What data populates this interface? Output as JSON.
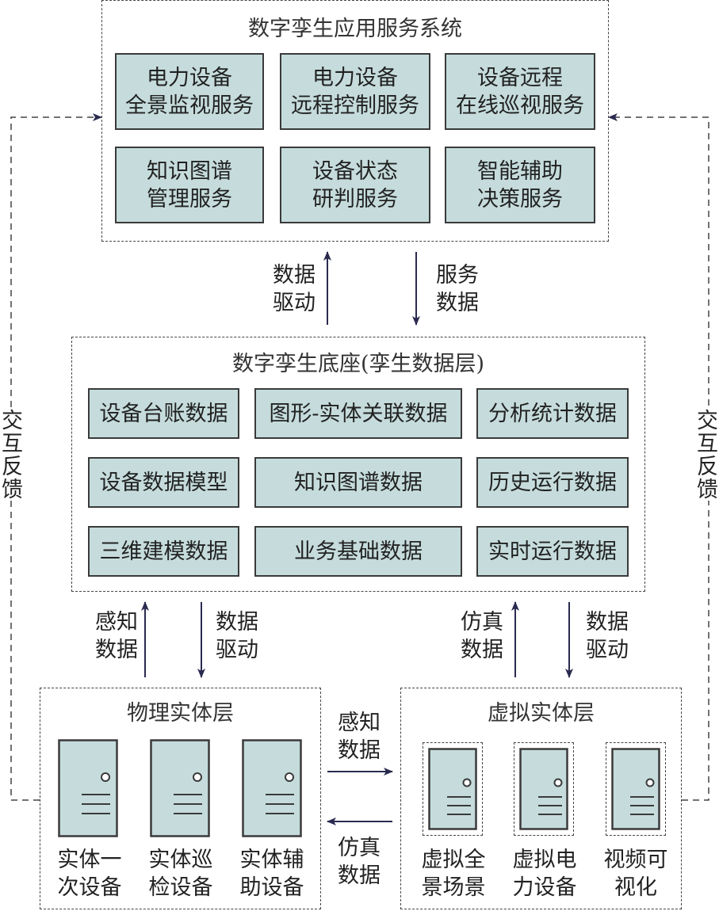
{
  "app_layer": {
    "title": "数字孪生应用服务系统",
    "services": [
      "电力设备\n全景监视服务",
      "电力设备\n远程控制服务",
      "设备远程\n在线巡视服务",
      "知识图谱\n管理服务",
      "设备状态\n研判服务",
      "智能辅助\n决策服务"
    ]
  },
  "base_layer": {
    "title": "数字孪生底座(孪生数据层)",
    "data_items": [
      "设备台账数据",
      "图形-实体关联数据",
      "分析统计数据",
      "设备数据模型",
      "知识图谱数据",
      "历史运行数据",
      "三维建模数据",
      "业务基础数据",
      "实时运行数据"
    ]
  },
  "physical_layer": {
    "title": "物理实体层",
    "devices": [
      "实体一\n次设备",
      "实体巡\n检设备",
      "实体辅\n助设备"
    ]
  },
  "virtual_layer": {
    "title": "虚拟实体层",
    "devices": [
      "虚拟全\n景场景",
      "虚拟电\n力设备",
      "视频可\n视化"
    ]
  },
  "arrows": {
    "data_drive_up": "数据\n驱动",
    "service_data_down": "服务\n数据",
    "perception_up": "感知\n数据",
    "data_drive_down_left": "数据\n驱动",
    "simulation_up": "仿真\n数据",
    "data_drive_down_right": "数据\n驱动",
    "perception_right": "感知\n数据",
    "simulation_left": "仿真\n数据"
  },
  "feedback": {
    "left": "交互反馈",
    "right": "交互反馈"
  },
  "colors": {
    "box_fill": "#c6dcdc",
    "box_border": "#3a3a3a",
    "arrow": "#2a2a50"
  }
}
